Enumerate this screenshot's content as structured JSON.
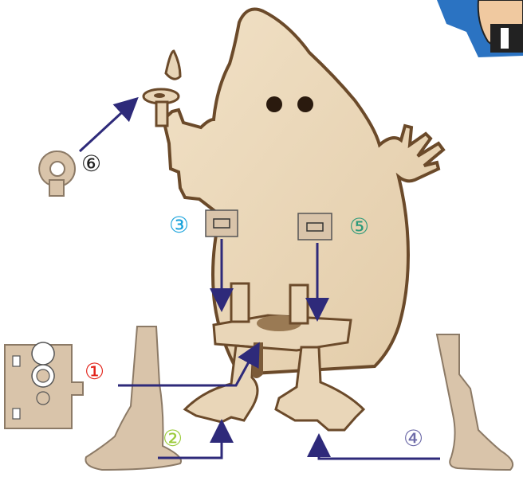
{
  "parts": [
    {
      "id": "1",
      "label": "①",
      "part": "base-plate",
      "color": "#e2231a"
    },
    {
      "id": "2",
      "label": "②",
      "part": "left-leg",
      "color": "#9bcb3b"
    },
    {
      "id": "3",
      "label": "③",
      "part": "left-slot-peg",
      "color": "#1aa3dc"
    },
    {
      "id": "4",
      "label": "④",
      "part": "right-leg",
      "color": "#6d6aa8"
    },
    {
      "id": "5",
      "label": "⑤",
      "part": "right-slot-peg",
      "color": "#2e9a7a"
    },
    {
      "id": "6",
      "label": "⑥",
      "part": "candle-ring",
      "color": "#222222"
    }
  ],
  "colors": {
    "wood": "#e9d6b8",
    "wood_edge": "#6b4a2a",
    "part_fill": "#d9c4aa",
    "arrow": "#2e2a7a"
  }
}
